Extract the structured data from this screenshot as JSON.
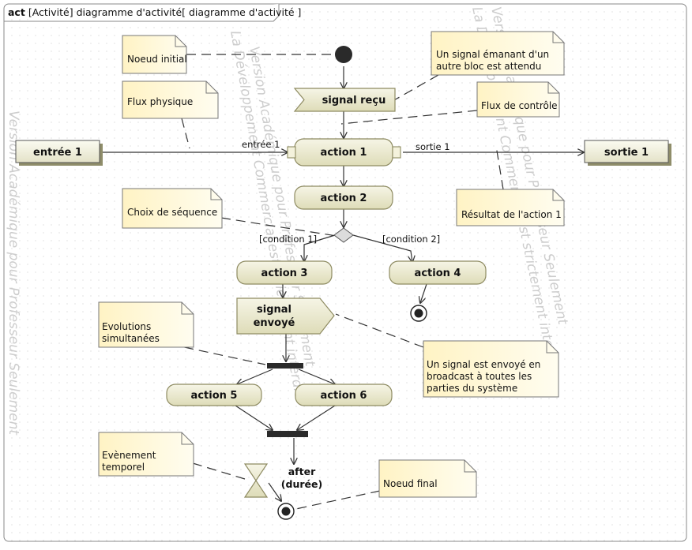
{
  "frame": {
    "keyword": "act",
    "title": "[Activité] diagramme d'activité[ diagramme d'activité ]"
  },
  "watermarks": [
    "Version Académique pour Professeur Seulement",
    "La Développement Commercial est strictement interdit",
    "Version Académique pour Professeur Seulement",
    "La Développement Commercial est strictement interdit",
    "Version Académique pour Professeur Seulement"
  ],
  "blocks": {
    "input": "entrée 1",
    "output": "sortie 1"
  },
  "signals": {
    "received": "signal reçu",
    "sent_line1": "signal",
    "sent_line2": "envoyé"
  },
  "actions": {
    "a1": "action 1",
    "a2": "action 2",
    "a3": "action 3",
    "a4": "action 4",
    "a5": "action 5",
    "a6": "action 6"
  },
  "pins": {
    "in": "entrée 1",
    "out": "sortie 1"
  },
  "guards": {
    "c1": "[condition 1]",
    "c2": "[condition 2]"
  },
  "time_event": {
    "line1": "after",
    "line2": "(durée)"
  },
  "notes": {
    "initial": "Noeud initial",
    "physical_flow": "Flux physique",
    "signal_wait_1": "Un signal émanant d'un",
    "signal_wait_2": "autre bloc est attendu",
    "control_flow": "Flux de contrôle",
    "sequence_choice": "Choix de séquence",
    "action_result": "Résultat de l'action 1",
    "simultaneous_1": "Evolutions",
    "simultaneous_2": "simultanées",
    "broadcast_1": "Un signal est envoyé en",
    "broadcast_2": "broadcast à toutes les",
    "broadcast_3": "parties du système",
    "time_event_1": "Evènement",
    "time_event_2": "temporel",
    "final": "Noeud final"
  },
  "colors": {
    "note_fill": "#fffbd6",
    "action_fill": "#ecebd2",
    "action_stroke": "#8e8b62",
    "grid_dot": "#c8c8c8",
    "line": "#333333"
  }
}
